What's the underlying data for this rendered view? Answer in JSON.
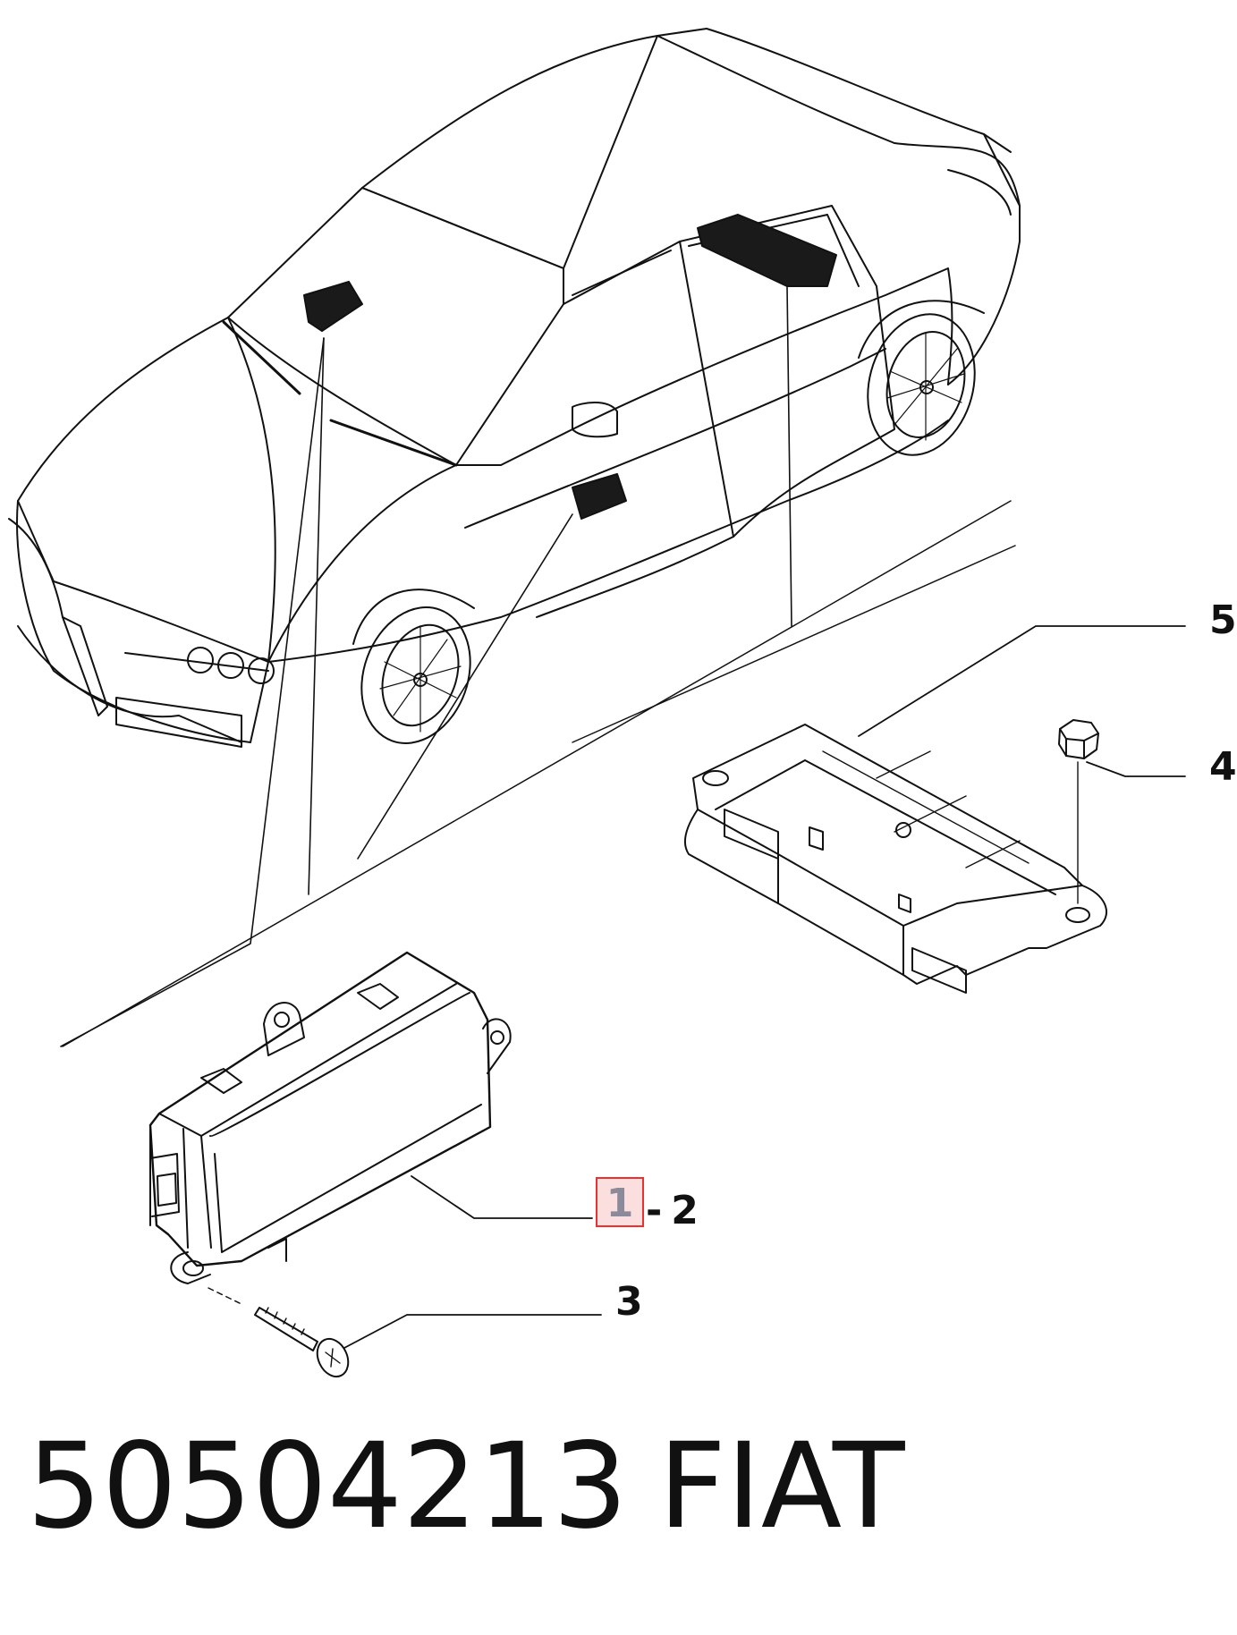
{
  "callouts": {
    "c1": "1",
    "c2_dash": "-",
    "c2": "2",
    "c3": "3",
    "c4": "4",
    "c5": "5"
  },
  "caption": {
    "part_number": "50504213",
    "brand": "FIAT"
  },
  "colors": {
    "line": "#111111",
    "fill_dark": "#1a1a1a",
    "highlight_border": "#e8322f",
    "highlight_fill": "#fbd7d6"
  }
}
